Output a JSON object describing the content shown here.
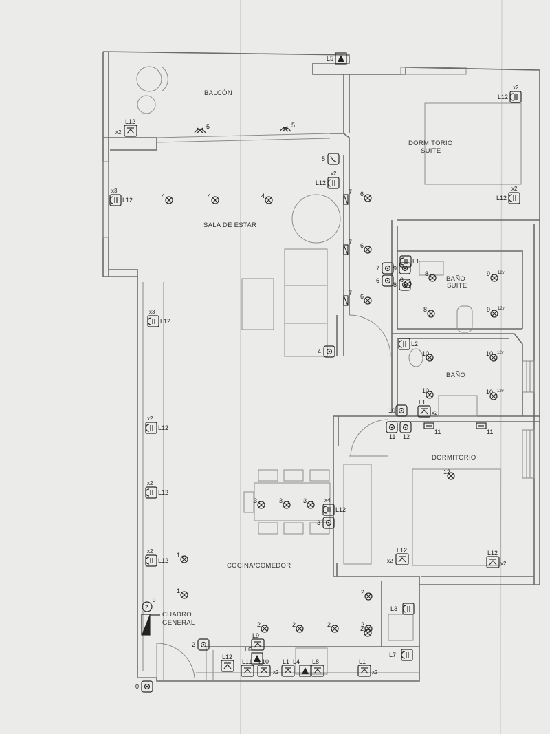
{
  "rooms": {
    "balcon": "BALCÓN",
    "sala": "SALA DE ESTAR",
    "dormitorio_suite_line1": "DORMITORIO",
    "dormitorio_suite_line2": "SUITE",
    "bano_suite_line1": "BAÑO",
    "bano_suite_line2": "SUITE",
    "bano": "BAÑO",
    "dormitorio": "DORMITORIO",
    "cocina": "COCINA/COMEDOR",
    "cuadro_line1": "CUADRO",
    "cuadro_line2": "GENERAL"
  },
  "lights": [
    {
      "n": "4"
    },
    {
      "n": "4"
    },
    {
      "n": "4"
    },
    {
      "n": "6"
    },
    {
      "n": "6"
    },
    {
      "n": "6"
    },
    {
      "n": "8"
    },
    {
      "n": "8"
    },
    {
      "n": "8"
    },
    {
      "n": "9"
    },
    {
      "n": "9"
    },
    {
      "n": "10"
    },
    {
      "n": "10"
    },
    {
      "n": "10"
    },
    {
      "n": "10"
    },
    {
      "n": "12"
    },
    {
      "n": "3"
    },
    {
      "n": "3"
    },
    {
      "n": "3"
    },
    {
      "n": "1"
    },
    {
      "n": "1"
    },
    {
      "n": "2"
    },
    {
      "n": "2"
    },
    {
      "n": "2"
    },
    {
      "n": "2"
    },
    {
      "n": "2"
    },
    {
      "n": "2"
    }
  ],
  "wall_lights": [
    {
      "n": "5"
    },
    {
      "n": "5"
    }
  ],
  "light_suffix": "12v",
  "outlets": [
    {
      "label": "L12",
      "mult": "x2"
    },
    {
      "label": "L12",
      "mult": "x3"
    },
    {
      "label": "L12",
      "mult": "x3"
    },
    {
      "label": "L12",
      "mult": "x2"
    },
    {
      "label": "L12",
      "mult": "x2"
    },
    {
      "label": "L12",
      "mult": "x2"
    },
    {
      "label": "L12",
      "mult": "x2"
    },
    {
      "label": "L12",
      "mult": "x2"
    },
    {
      "label": "L12",
      "mult": "x2"
    },
    {
      "label": "L1",
      "mult": ""
    },
    {
      "label": "L2",
      "mult": ""
    },
    {
      "label": "L12",
      "mult": "x4"
    },
    {
      "label": "L3",
      "mult": ""
    },
    {
      "label": "L7",
      "mult": ""
    }
  ],
  "pendant_outlets": [
    {
      "label": "L12",
      "mult": "x2"
    },
    {
      "label": "L1",
      "mult": "x2"
    },
    {
      "label": "L12",
      "mult": "x2"
    },
    {
      "label": "L12",
      "mult": "x2"
    },
    {
      "label": "L9",
      "mult": ""
    },
    {
      "label": "L12",
      "mult": ""
    },
    {
      "label": "L11",
      "mult": ""
    },
    {
      "label": "L10",
      "mult": ""
    },
    {
      "label": "L1",
      "mult": "x2"
    },
    {
      "label": "L1",
      "mult": "x2"
    },
    {
      "label": "L8",
      "mult": ""
    }
  ],
  "triangle_outlets": [
    {
      "label": "L5"
    },
    {
      "label": "L6"
    },
    {
      "label": "L4"
    }
  ],
  "switches": [
    {
      "n": "5"
    },
    {
      "n": "4"
    },
    {
      "n": "7"
    },
    {
      "n": "6"
    },
    {
      "n": "9"
    },
    {
      "n": "8"
    },
    {
      "n": "10"
    },
    {
      "n": "11"
    },
    {
      "n": "12"
    },
    {
      "n": "3"
    },
    {
      "n": "2"
    },
    {
      "n": "0"
    }
  ],
  "ext_fans": [
    {
      "n": "7"
    },
    {
      "n": "7"
    },
    {
      "n": "7"
    }
  ],
  "wall_points": [
    {
      "n": "11"
    },
    {
      "n": "11"
    }
  ],
  "panel_label": "0",
  "colors": {
    "paper": "#ebebea",
    "line": "#6b6b6b",
    "ink": "#2b2b2b"
  }
}
